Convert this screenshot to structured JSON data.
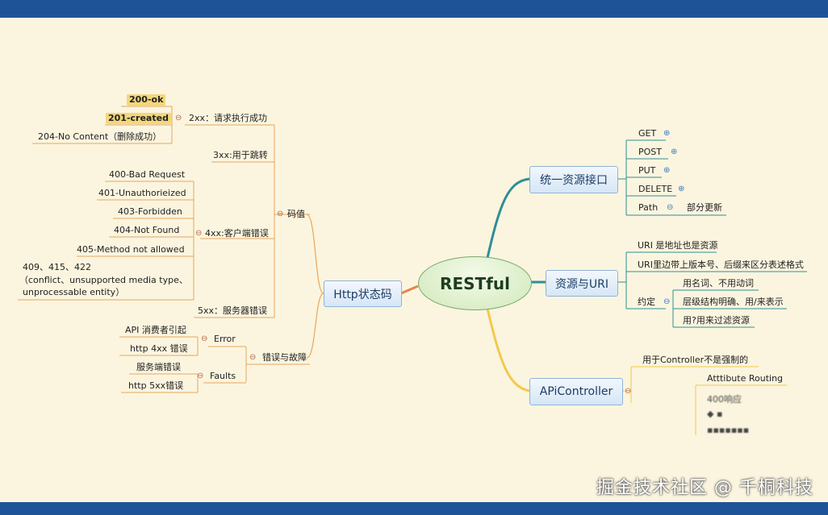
{
  "center": "RESTful",
  "left": {
    "http": "Http状态码",
    "codes": "码值",
    "c2xx": "2xx：请求执行成功",
    "c200": "200-ok",
    "c201": "201-created",
    "c204": "204-No Content（删除成功）",
    "c3xx": "3xx:用于跳转",
    "c4xx": "4xx:客户端错误",
    "c400": "400-Bad Request",
    "c401": "401-Unauthorieized",
    "c403": "403-Forbidden",
    "c404": "404-Not Found",
    "c405": "405-Method not allowed",
    "c409a": "409、415、422",
    "c409b": "（conflict、unsupported media type、",
    "c409c": "unprocessable entity）",
    "c5xx": "5xx：服务器错误",
    "errors": "错误与故障",
    "error": "Error",
    "api_consumer": "API 消费者引起",
    "http4xx": "http 4xx 错误",
    "faults": "Faults",
    "server_err": "服务端错误",
    "http5xx": "http 5xx错误"
  },
  "right": {
    "uniform": "统一资源接口",
    "get": "GET",
    "post": "POST",
    "put": "PUT",
    "delete": "DELETE",
    "path": "Path",
    "partial": "部分更新",
    "resource": "资源与URI",
    "uri1": "URI 是地址也是资源",
    "uri2": "URI里边带上版本号、后缀来区分表述格式",
    "convention": "约定",
    "conv1": "用名词、不用动词",
    "conv2": "层级结构明确、用/来表示",
    "conv3": "用?用来过滤资源",
    "apic": "APiController",
    "apic1": "用于Controller不是强制的",
    "apic2": "Atttibute Routing",
    "apic3": "400响应"
  },
  "watermark": "掘金技术社区 @ 千桐科技",
  "colors": {
    "header": "#1f5398",
    "background": "#fbf5df",
    "teal_branch": "#2f8f94",
    "yellow_branch": "#f2c94c",
    "left_branch": "#e8834e"
  }
}
